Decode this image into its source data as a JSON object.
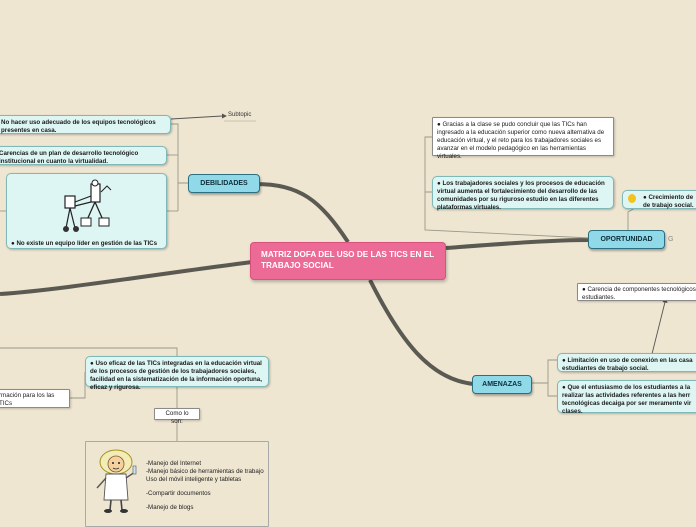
{
  "central": {
    "title": "MATRIZ DOFA DEL USO DE LAS TICS EN EL  TRABAJO SOCIAL"
  },
  "branches": {
    "debilidades": "DEBILIDADES",
    "oportunidad": "OPORTUNIDAD",
    "amenazas": "AMENAZAS"
  },
  "debilidades": {
    "item1": "No hacer uso adecuado de los equipos tecnológicos presentes en casa.",
    "subtopic": "Subtopic",
    "item2": "Carencias de un plan de desarrollo tecnológico institucional en cuanto la virtualidad.",
    "item3": "● No existe un equipo líder en gestión de las TICs"
  },
  "oportunidad": {
    "item1": "● Gracias a la clase se pudo concluir que las TICs han ingresado a la educación superior como nueva alternativa de educación virtual, y el reto para los trabajadores sociales es avanzar en el modelo pedagógico en las herramientas virtuales.",
    "item2": "● Los trabajadores sociales y los procesos de educación virtual aumenta el fortalecimiento del desarrollo de las comunidades por su riguroso estudio en las diferentes plataformas virtuales.",
    "item3": "● Crecimiento de de trabajo social.",
    "g_mark": "G"
  },
  "amenazas": {
    "top": "● Carencia de componentes tecnológicos estudiantes.",
    "item1": "● Limitación en uso de conexión en las casa estudiantes de trabajo social.",
    "item2": "● Que el entusiasmo de los estudiantes a la realizar las actividades referentes a las herr tecnológicas decaiga por ser meramente vir clases."
  },
  "fortalezas": {
    "left_white": "rmación para los las TICs",
    "item1": "● Uso eficaz de las TICs integradas en la educación virtual de los procesos de gestión de los trabajadores sociales, facilidad en la sistematización de la información oportuna, eficaz y rigurosa.",
    "como": "Como lo son:",
    "list": [
      "-Manejo del Internet",
      "-Manejo básico de herramientas de trabajo",
      "Uso del móvil inteligente y tabletas",
      "",
      "-Compartir documentos",
      "",
      "-Manejo de blogs"
    ]
  }
}
